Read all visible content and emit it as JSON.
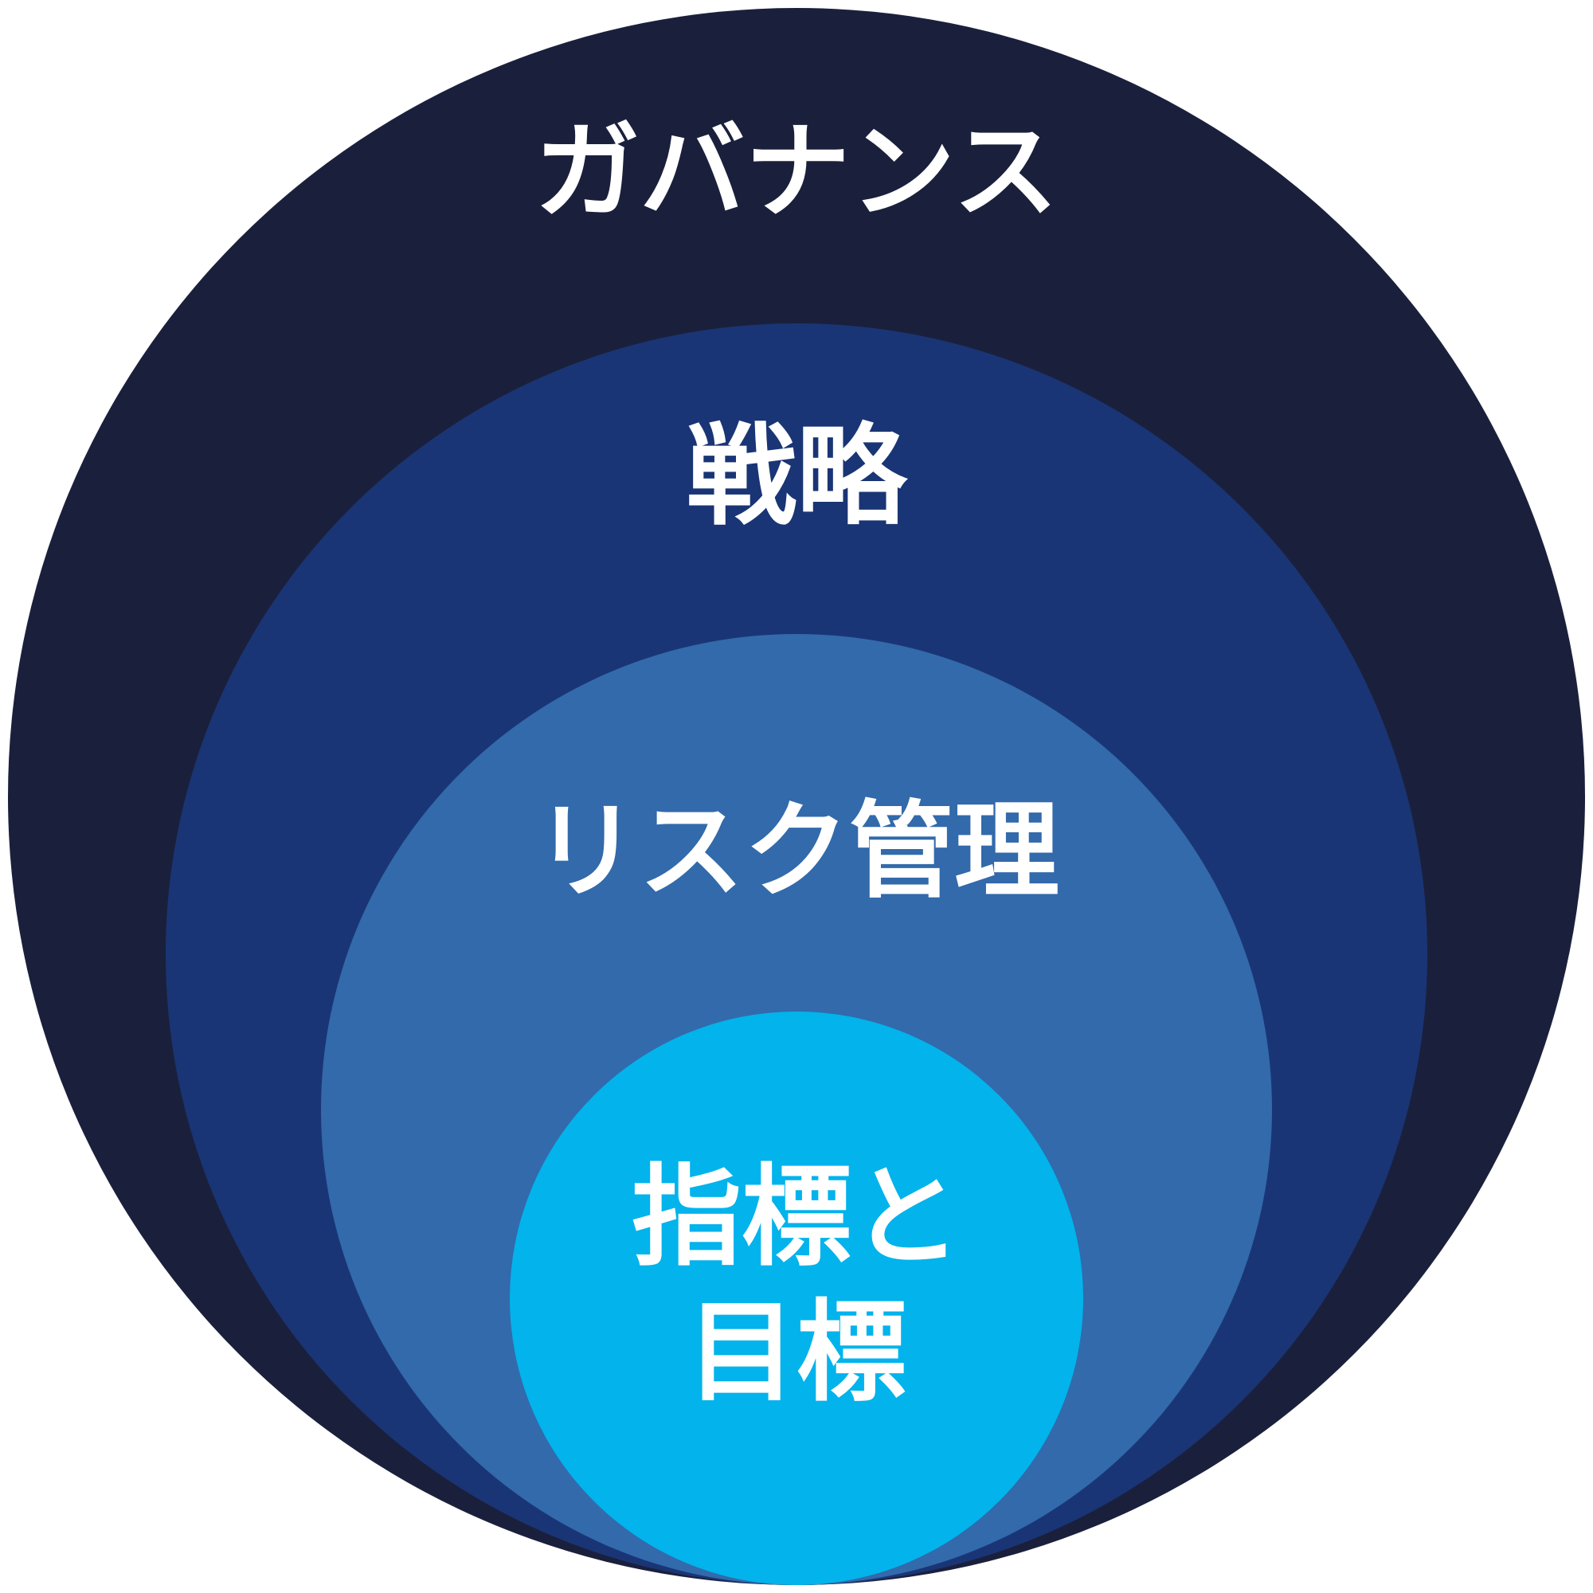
{
  "layers": [
    {
      "id": "governance",
      "label": "ガバナンス",
      "color": "#1a203c"
    },
    {
      "id": "strategy",
      "label": "戦略",
      "color": "#1a3575"
    },
    {
      "id": "risk-management",
      "label": "リスク管理",
      "color": "#326aab"
    },
    {
      "id": "metrics-targets",
      "label_lines": [
        "指標と",
        "目標"
      ],
      "color": "#03b3ec"
    }
  ]
}
